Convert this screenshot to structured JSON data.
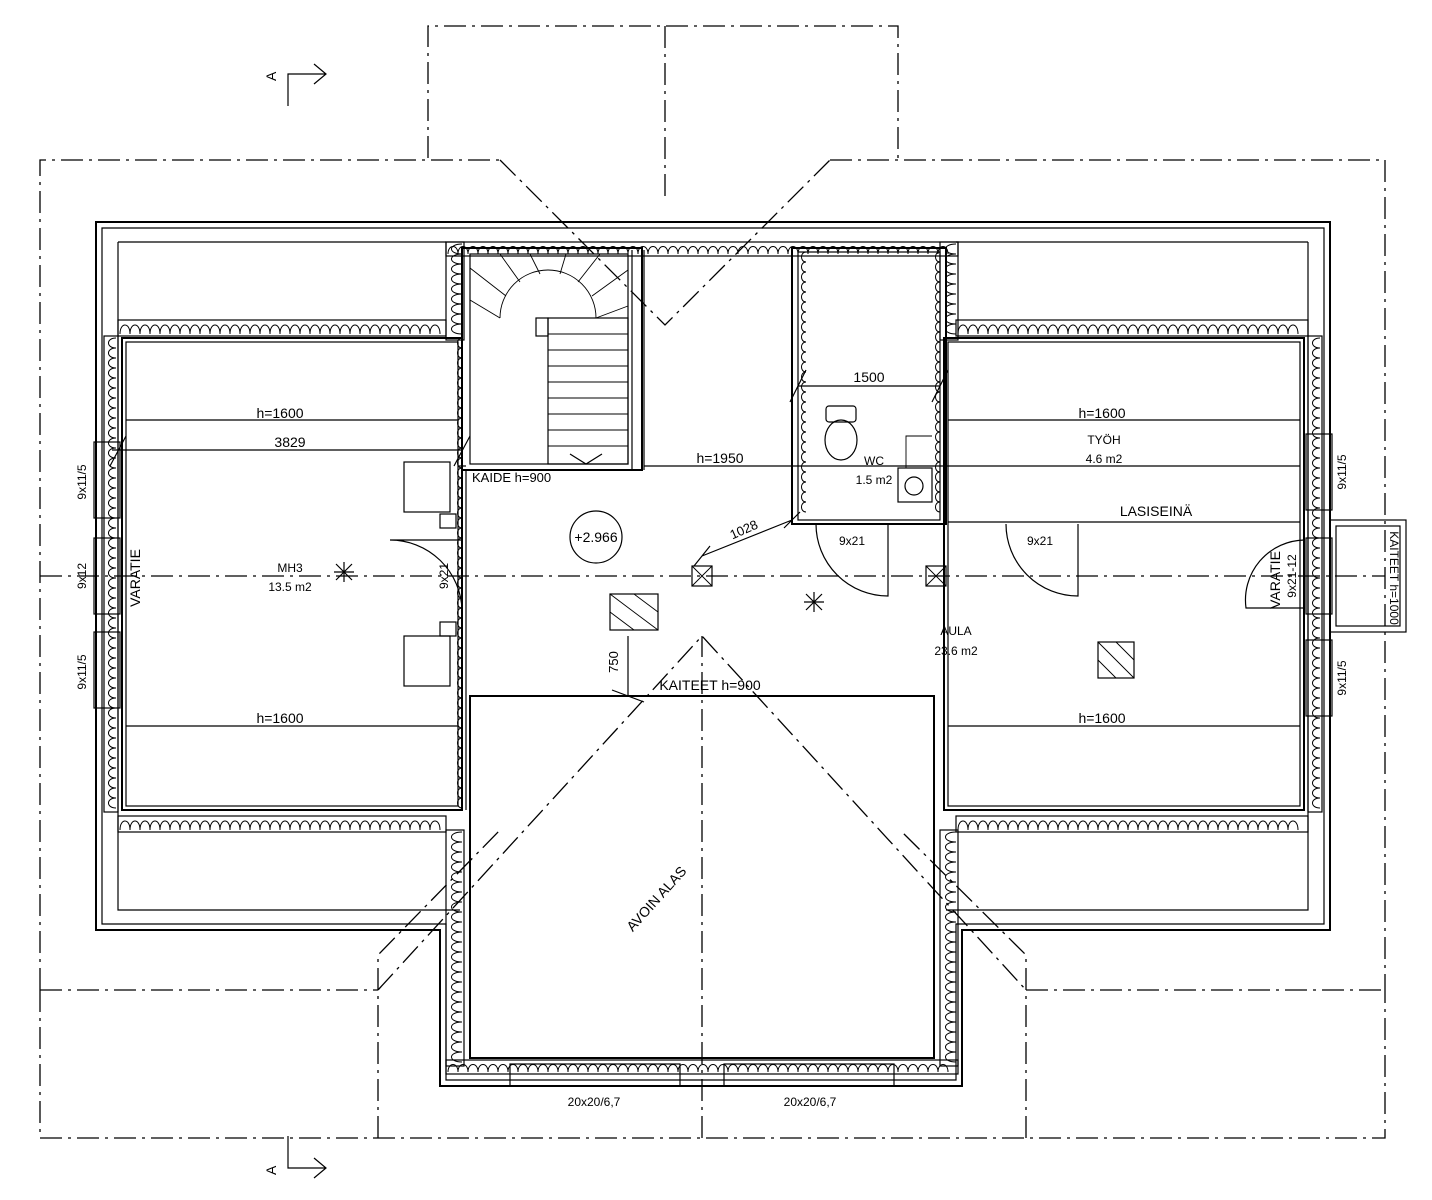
{
  "section_marker": "A",
  "rooms": {
    "mh3": {
      "name": "MH3",
      "area": "13.5 m2"
    },
    "wc": {
      "name": "WC",
      "area": "1.5 m2"
    },
    "tyoh": {
      "name": "TYÖH",
      "area": "4.6 m2"
    },
    "aula": {
      "name": "AULA",
      "area": "23.6 m2"
    }
  },
  "heights": {
    "top_left": "h=1600",
    "top_right": "h=1600",
    "bottom_left": "h=1600",
    "bottom_right": "h=1600",
    "corridor": "h=1950"
  },
  "dimensions": {
    "mh3_width": "3829",
    "wc_width": "1500",
    "diagonal": "1028",
    "railing_offset": "750"
  },
  "railings": {
    "stair": "KAIDE h=900",
    "opening": "KAITEET h=900",
    "balcony": "KAITEET h=1000"
  },
  "labels": {
    "level": "+2.966",
    "glass_wall": "LASISEINÄ",
    "open_below": "AVOIN ALAS",
    "storage_left": "VARATIE",
    "storage_right": "VARATIE"
  },
  "windows": {
    "left_top": "9x11/5",
    "left_mid": "9x12",
    "left_bottom": "9x11/5",
    "right_top": "9x11/5",
    "right_mid": "9x21-12",
    "right_bottom": "9x11/5",
    "bottom_left": "20x20/6,7",
    "bottom_right": "20x20/6,7"
  },
  "doors": {
    "mh3": "9x21",
    "wc": "9x21",
    "tyoh": "9x21"
  }
}
